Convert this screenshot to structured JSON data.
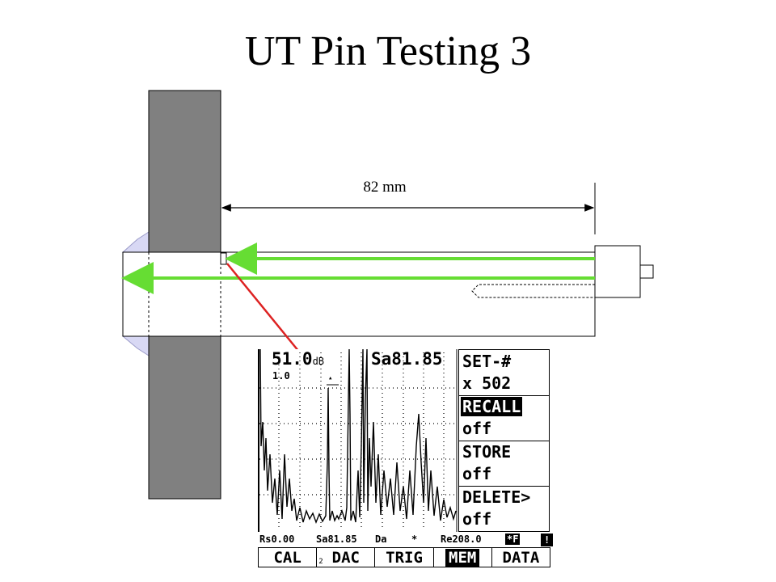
{
  "slide": {
    "title": "UT Pin Testing 3"
  },
  "diagram": {
    "dimension_label": "82 mm",
    "colors": {
      "wall": "#808080",
      "sound_beam": "#66dd33",
      "reflection_path": "#dd2222",
      "nut": "#d8d8f4"
    }
  },
  "instrument": {
    "gain": "51.0",
    "gain_unit": "dB",
    "gain_step": "1.0",
    "sound_path": "Sa81.85",
    "menu": [
      {
        "label": "SET-#",
        "value": "х 502",
        "highlight": false
      },
      {
        "label": "RECALL",
        "value": "off",
        "highlight": true
      },
      {
        "label": "STORE",
        "value": "off",
        "highlight": false
      },
      {
        "label": "DELETE>",
        "value": "off",
        "highlight": false
      }
    ],
    "status": {
      "rs": "Rs0.00",
      "sa": "Sa81.85",
      "da": "Da",
      "star": "*",
      "re": "Re208.0",
      "flag": "*F",
      "bang": "!"
    },
    "softkeys": [
      {
        "label": "CAL",
        "active": false
      },
      {
        "label": "DAC",
        "active": false
      },
      {
        "label": "TRIG",
        "active": false
      },
      {
        "label": "MEM",
        "active": true
      },
      {
        "label": "DATA",
        "active": false
      }
    ],
    "softkey_number": "2"
  }
}
